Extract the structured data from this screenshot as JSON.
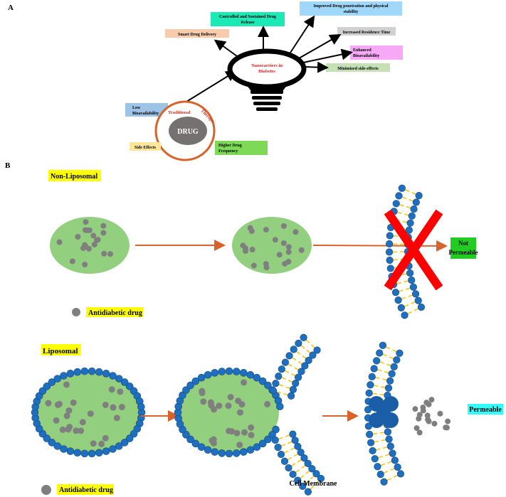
{
  "panel_a": {
    "label": "A",
    "center": "Nanocarriers in Diabetes",
    "center_line1": "Nanocarriers in",
    "center_line2": "Diabetes",
    "benefits": {
      "smart": "Smart Drug Delivery",
      "controlled_1": "Controlled and Sustained Drug",
      "controlled_2": "Release",
      "penetration_1": "Improved Drug penetration and physical",
      "penetration_2": "stability",
      "residence": "Increased Residence Time",
      "bio_1": "Enhanced",
      "bio_2": "Bioavailability",
      "sidefx": "Minimized side-effects"
    },
    "traditional": {
      "drug": "DRUG",
      "word1": "Traditional",
      "word2": "Therapy",
      "low_bio_1": "Low",
      "low_bio_2": "Bioavailability",
      "side_effects": "Side Effects",
      "freq_1": "Higher Drug",
      "freq_2": "Frequency"
    },
    "colors": {
      "smart": "#f8cbad",
      "controlled": "#1de9b6",
      "penetration": "#9fd8fb",
      "residence": "#d0d0d0",
      "bio": "#f7a8f7",
      "sidefx": "#c5e0b4",
      "low_bio": "#9dc3e6",
      "side_effects": "#ffe699",
      "freq": "#7ed957",
      "ring": "#d9622b",
      "drug": "#767171",
      "center_text": "#e02020"
    }
  },
  "panel_b": {
    "label": "B",
    "non_liposomal": "Non-Liposomal",
    "not_1": "Not",
    "not_2": "Permeable",
    "legend_top": "Antidiabetic drug",
    "liposomal": "Liposomal",
    "permeable": "Permeable",
    "cell_membrane": "Cell Membrane",
    "legend_bottom": "Antidiabetic drug",
    "colors": {
      "vesicle": "#92cf7e",
      "dot": "#7f7f7f",
      "arrow": "#d9622b",
      "lipid_head": "#1f6fc0",
      "tail": "#ffc000",
      "cross": "#ff0000",
      "highlight": "#ffff00",
      "not_bg": "#22cc22",
      "perm_bg": "#33ffff",
      "channel": "#1a5ea8"
    }
  }
}
